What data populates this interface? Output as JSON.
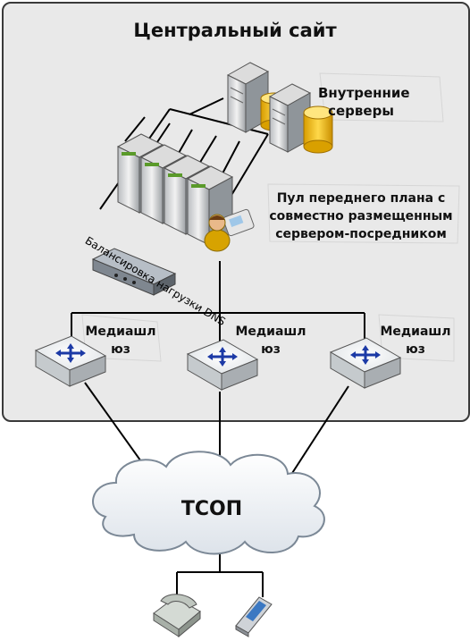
{
  "diagram": {
    "title": "Центральный сайт",
    "internal_servers_label": "Внутренние серверы",
    "front_end_pool_label": "Пул переднего плана с совместно размещенным сервером-посредником",
    "dns_label": "Балансировка нагрузки DNS",
    "gateways": [
      {
        "label": "Медиашл юз"
      },
      {
        "label": "Медиашл юз"
      },
      {
        "label": "Медиашл юз"
      }
    ],
    "pstn_label": "ТСОП"
  }
}
